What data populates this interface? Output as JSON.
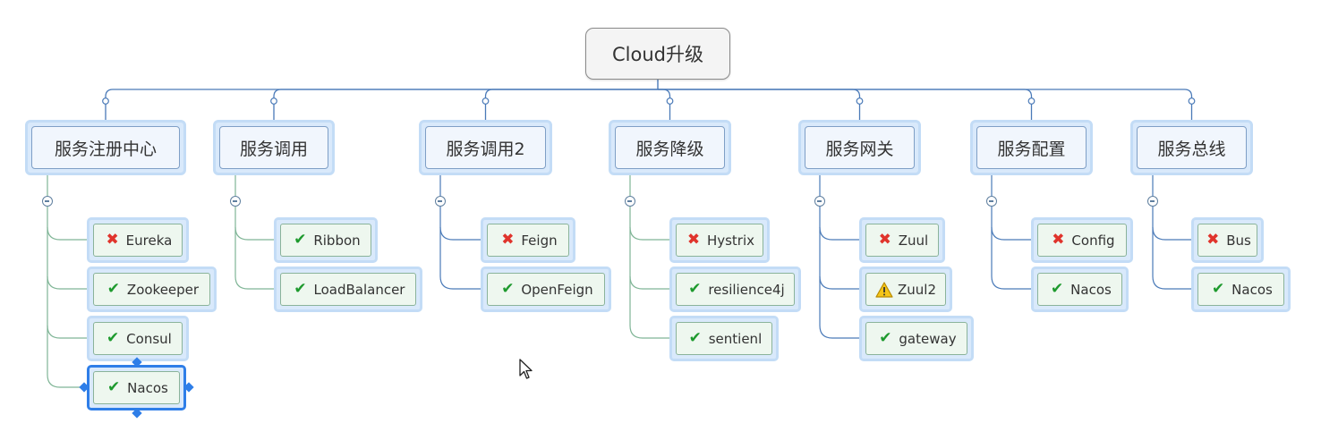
{
  "root": {
    "label": "Cloud升级"
  },
  "branches": [
    {
      "label": "服务注册中心",
      "children": [
        {
          "label": "Eureka",
          "icon": "cross-icon"
        },
        {
          "label": "Zookeeper",
          "icon": "check-icon"
        },
        {
          "label": "Consul",
          "icon": "check-icon"
        },
        {
          "label": "Nacos",
          "icon": "check-icon",
          "selected": true
        }
      ]
    },
    {
      "label": "服务调用",
      "children": [
        {
          "label": "Ribbon",
          "icon": "check-icon"
        },
        {
          "label": "LoadBalancer",
          "icon": "check-icon"
        }
      ]
    },
    {
      "label": "服务调用2",
      "children": [
        {
          "label": "Feign",
          "icon": "cross-icon"
        },
        {
          "label": "OpenFeign",
          "icon": "check-icon"
        }
      ]
    },
    {
      "label": "服务降级",
      "children": [
        {
          "label": "Hystrix",
          "icon": "cross-icon"
        },
        {
          "label": "resilience4j",
          "icon": "check-icon"
        },
        {
          "label": "sentienl",
          "icon": "check-icon"
        }
      ]
    },
    {
      "label": "服务网关",
      "children": [
        {
          "label": "Zuul",
          "icon": "cross-icon"
        },
        {
          "label": "Zuul2",
          "icon": "warning-icon"
        },
        {
          "label": "gateway",
          "icon": "check-icon"
        }
      ]
    },
    {
      "label": "服务配置",
      "children": [
        {
          "label": "Config",
          "icon": "cross-icon"
        },
        {
          "label": "Nacos",
          "icon": "check-icon"
        }
      ]
    },
    {
      "label": "服务总线",
      "children": [
        {
          "label": "Bus",
          "icon": "cross-icon"
        },
        {
          "label": "Nacos",
          "icon": "check-icon"
        }
      ]
    }
  ],
  "colors": {
    "connector": "#4a7ab8",
    "leaf_connector_green": "#7fb596",
    "leaf_connector_blue": "#4a7ab8",
    "selection": "#2e7ee8"
  }
}
